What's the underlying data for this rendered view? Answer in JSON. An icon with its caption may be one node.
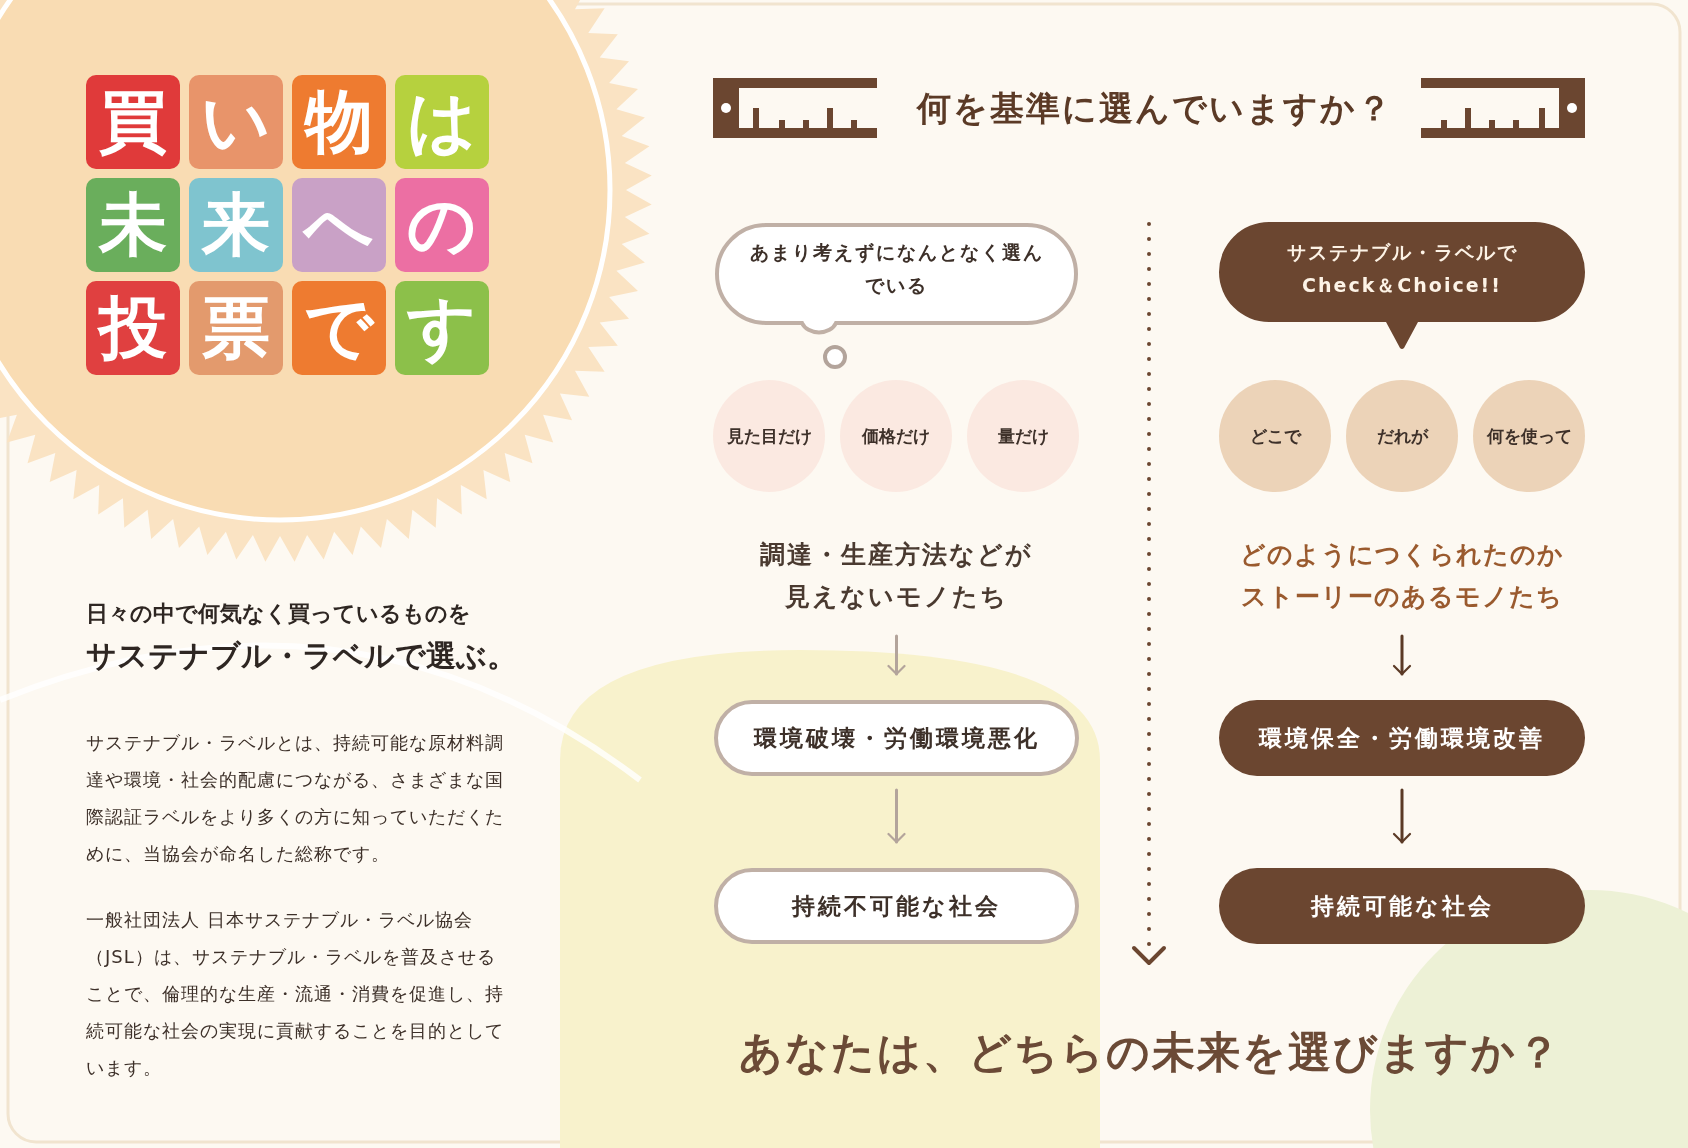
{
  "diagram": {
    "title": "何を基準に選んでいますか？",
    "nodes": [
      {
        "text": [
          "買"
        ]
      },
      {
        "text": [
          "い"
        ]
      },
      {
        "text": [
          "物"
        ]
      },
      {
        "text": [
          "は"
        ]
      },
      {
        "text": [
          "未"
        ]
      },
      {
        "text": [
          "来"
        ]
      },
      {
        "text": [
          "へ"
        ]
      },
      {
        "text": [
          "の"
        ]
      },
      {
        "text": [
          "投"
        ]
      },
      {
        "text": [
          "票"
        ]
      },
      {
        "text": [
          "で"
        ]
      },
      {
        "text": [
          "す"
        ]
      },
      {
        "text": [
          "あまり考えずになんとなく選んでいる"
        ]
      },
      {
        "text": [
          "見た目だけ"
        ]
      },
      {
        "text": [
          "価格だけ"
        ]
      },
      {
        "text": [
          "量だけ"
        ]
      },
      {
        "text": [
          "調達・生産方法などが見えないモノたち"
        ]
      },
      {
        "text": [
          "環境破壊・労働環境悪化"
        ]
      },
      {
        "text": [
          "持続不可能な社会"
        ]
      },
      {
        "text": [
          "サステナブル・ラベルでCheck＆Choice!!"
        ]
      },
      {
        "text": [
          "どこで"
        ]
      },
      {
        "text": [
          "だれが"
        ]
      },
      {
        "text": [
          "何を使って"
        ]
      },
      {
        "text": [
          "どのようにつくられたのかストーリーのあるモノたち"
        ]
      },
      {
        "text": [
          "環境保全・労働環境改善"
        ]
      },
      {
        "text": [
          "持続可能な社会"
        ]
      }
    ],
    "edges": [
      {
        "from": 16,
        "to": 17,
        "arrow": "to",
        "color": "#b3a49b"
      },
      {
        "from": 17,
        "to": 18,
        "arrow": "to",
        "color": "#b3a49b"
      },
      {
        "from": 23,
        "to": 24,
        "arrow": "to",
        "color": "#5b3a26"
      },
      {
        "from": 24,
        "to": 25,
        "arrow": "to",
        "color": "#5b3a26"
      }
    ],
    "labels": [
      "日々の中で何気なく買っているものを",
      "サステナブル・ラベルで選ぶ。",
      "サステナブル・ラベルとは、持続可能な原材料調達や環境・社会的配慮につながる、さまざまな国際認証ラベルをより多くの方に知っていただくために、当協会が命名した総称です。",
      "一般社団法人 日本サステナブル・ラベル協会（JSL）は、サステナブル・ラベルを普及させることで、倫理的な生産・流通・消費を促進し、持続可能な社会の実現に貢献することを目的としています。",
      "あなたは、どちらの未来を選びますか？"
    ]
  }
}
